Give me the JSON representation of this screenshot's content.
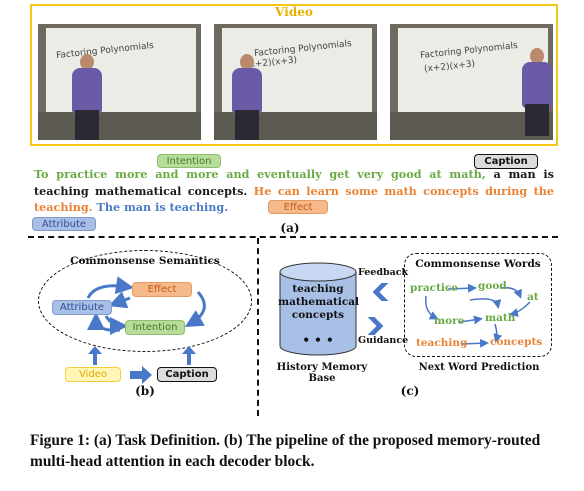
{
  "figure": {
    "video_label": "Video",
    "frames": [
      {
        "board_text": "Factoring Polynomials"
      },
      {
        "board_text": "Factoring Polynomials"
      },
      {
        "board_text": "Factoring Polynomials"
      }
    ],
    "tags": {
      "intention": "Intention",
      "caption": "Caption",
      "effect": "Effect",
      "attribute": "Attribute"
    },
    "caption_segments": {
      "green": "To practice more and more and eventually get very good at math,",
      "black": " a man is teaching mathematical concepts.",
      "orange": " He can learn some math concepts during the teaching.",
      "blue": " The man is teaching."
    },
    "sub_a": "(a)",
    "sub_b": "(b)",
    "sub_c": "(c)",
    "panel_b": {
      "title": "Commonsense Semantics",
      "effect": "Effect",
      "attribute": "Attribute",
      "intention": "Intention",
      "video": "Video",
      "caption": "Caption"
    },
    "panel_c": {
      "memory_lines": [
        "teaching",
        "mathematical",
        "concepts"
      ],
      "dots": "• • •",
      "memory_title": "History Memory Base",
      "feedback": "Feedback",
      "guidance": "Guidance",
      "words_title": "Commonsense Words",
      "words": {
        "practice": "practice",
        "good": "good",
        "at": "at",
        "more": "more",
        "math": "math",
        "teaching": "teaching",
        "concepts": "concepts"
      },
      "prediction_title": "Next Word Prediction"
    },
    "caption_lead": "Figure 1: (a) Task Definition. (b) The pipeline of the proposed memory-routed multi-head attention in each decoder block."
  },
  "colors": {
    "video": "#f5c518",
    "intention": "#6aaa45",
    "effect": "#e98437",
    "attribute": "#4c7cc7",
    "arrow_blue": "#4a78c8"
  }
}
